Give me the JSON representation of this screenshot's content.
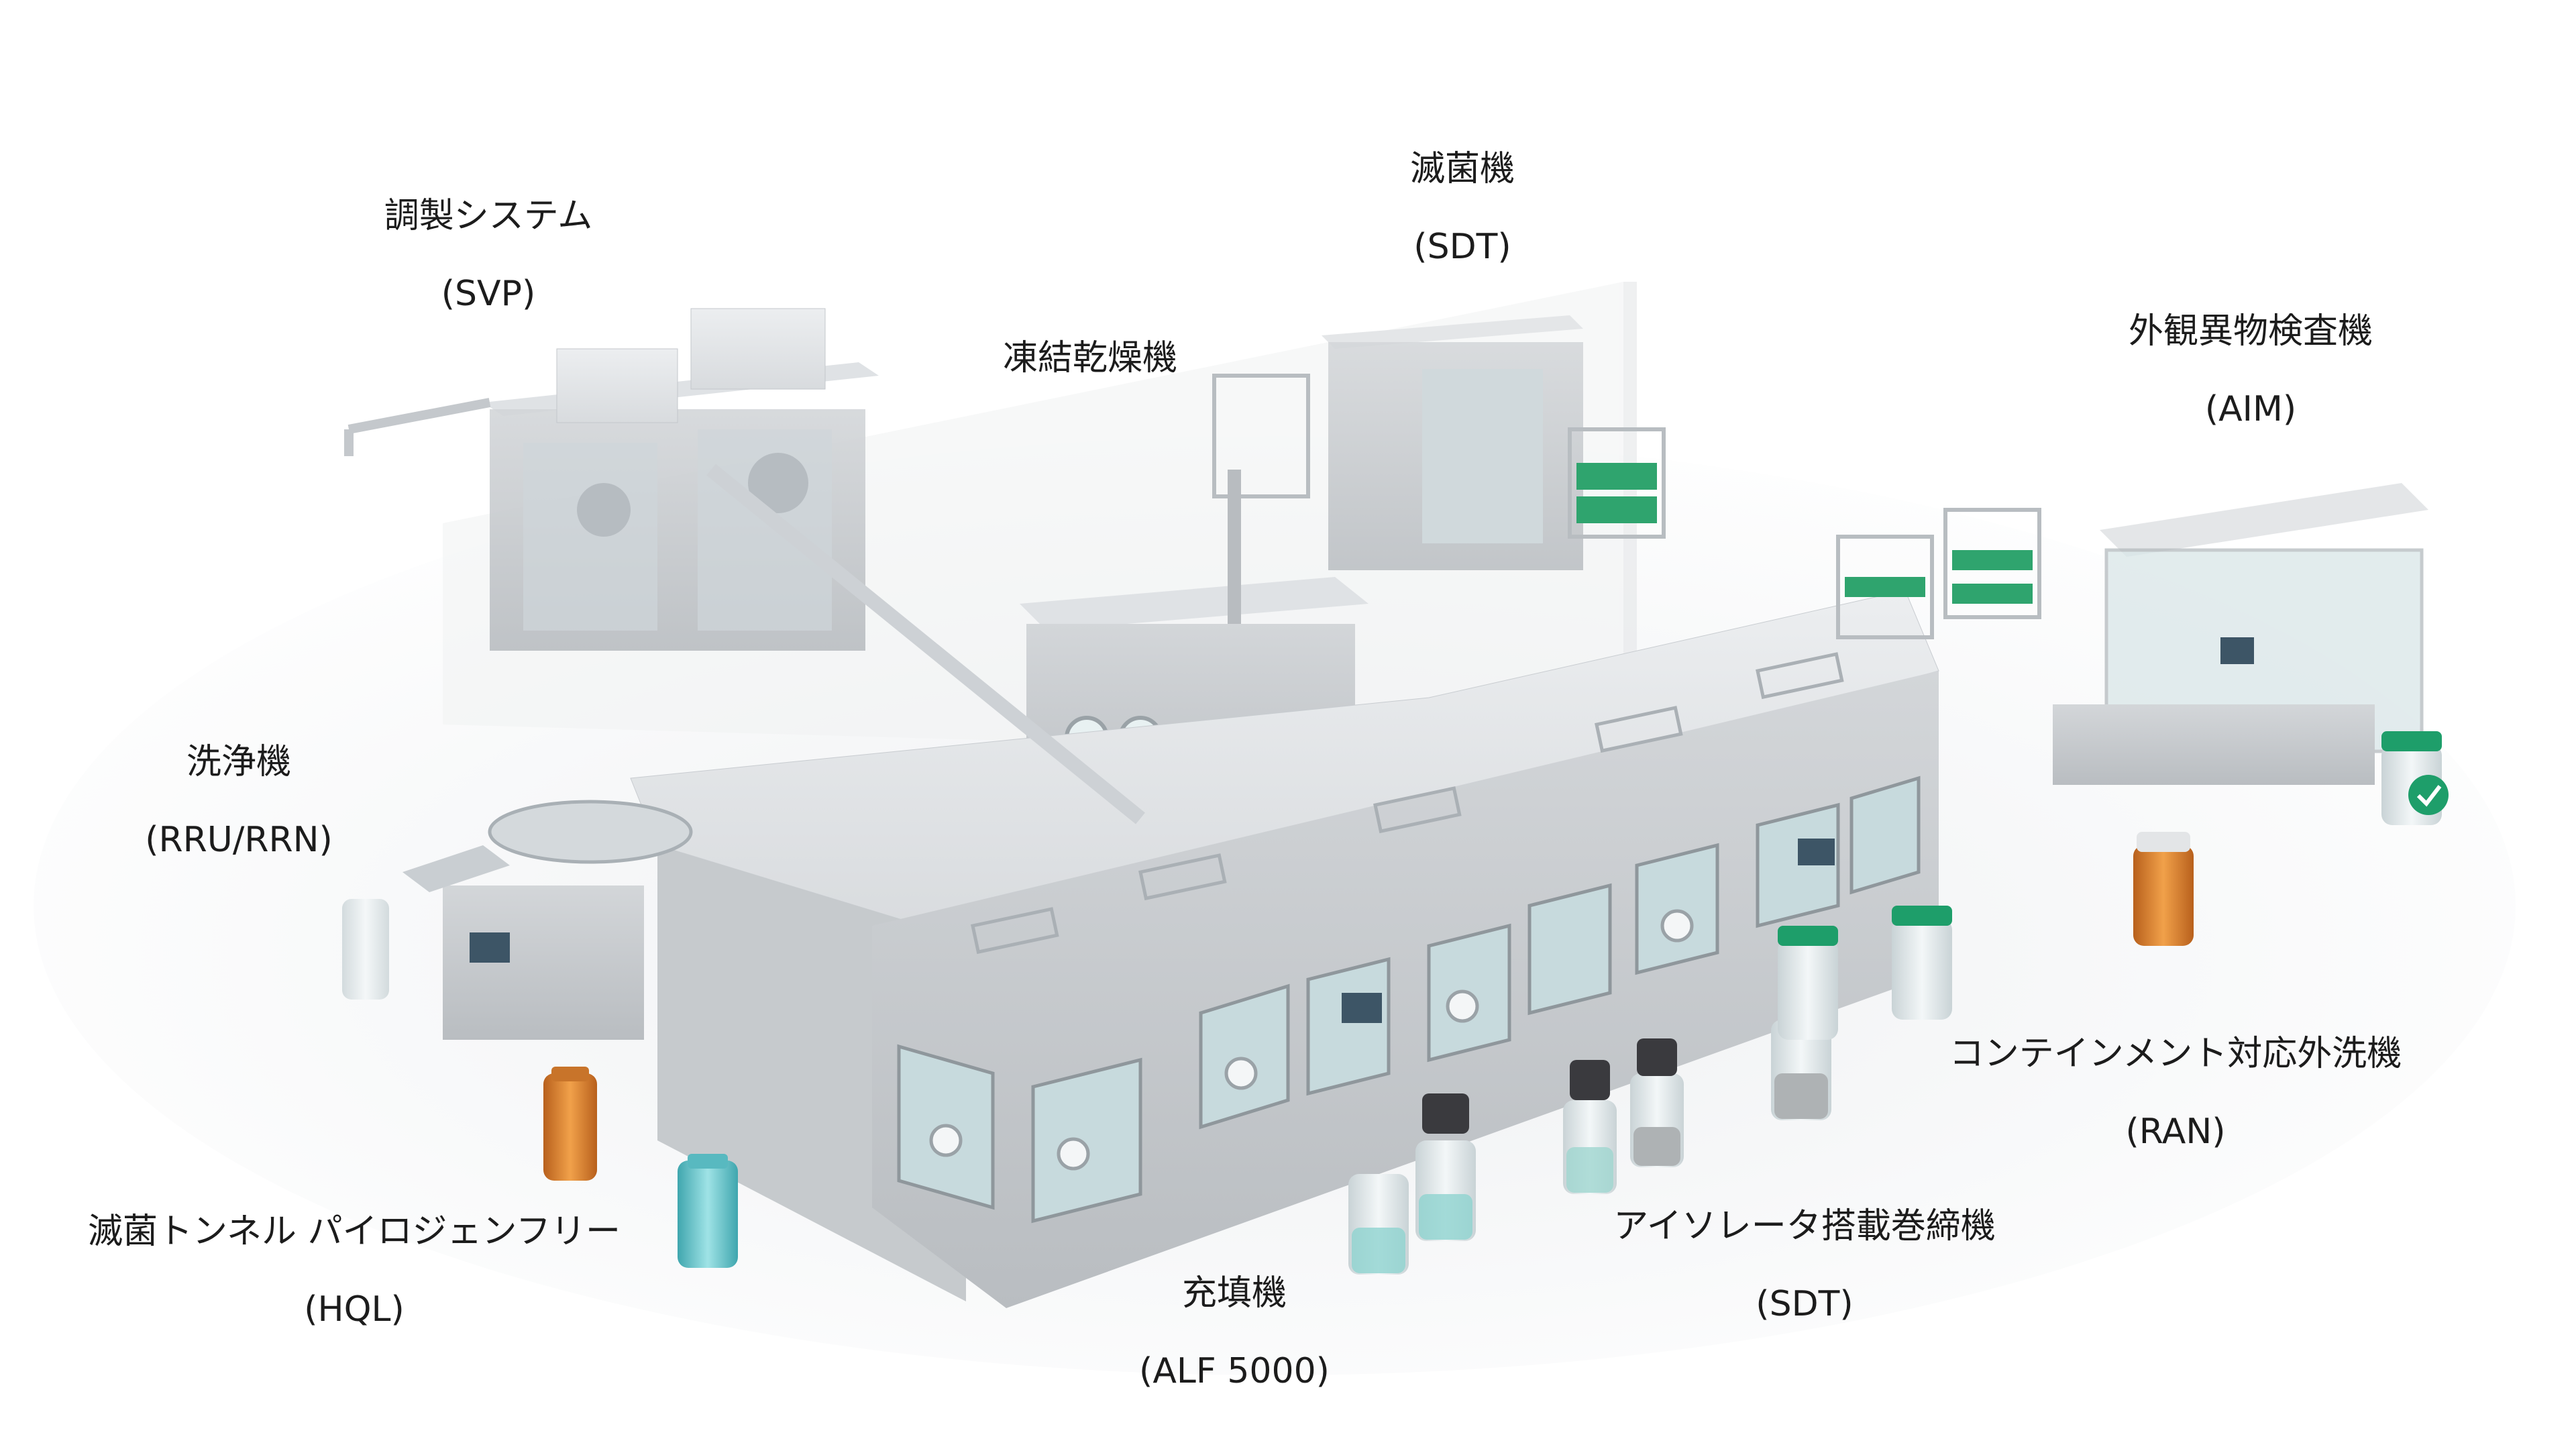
{
  "labels": {
    "svp": {
      "name": "調製システム",
      "code": "(SVP)"
    },
    "sdt_sterilizer": {
      "name": "滅菌機",
      "code": "(SDT)"
    },
    "freeze_dryer": {
      "name": "凍結乾燥機"
    },
    "aim": {
      "name": "外観異物検査機",
      "code": "(AIM)"
    },
    "washer": {
      "name": "洗浄機",
      "code": "(RRU/RRN)"
    },
    "ran": {
      "name": "コンテインメント対応外洗機",
      "code": "(RAN)"
    },
    "hql": {
      "name": "滅菌トンネル パイロジェンフリー",
      "code": "(HQL)"
    },
    "alf": {
      "name": "充填機",
      "code": "(ALF 5000)"
    },
    "sdt_capper": {
      "name": "アイソレータ搭載巻締機",
      "code": "(SDT)"
    }
  },
  "colors": {
    "steel": "#d9dcdf",
    "steel_dark": "#aeb3b8",
    "glass": "#cfe3e6",
    "accent_green": "#1e9e6a",
    "amber": "#d9822b",
    "teal_glass": "#6cc7cc"
  }
}
